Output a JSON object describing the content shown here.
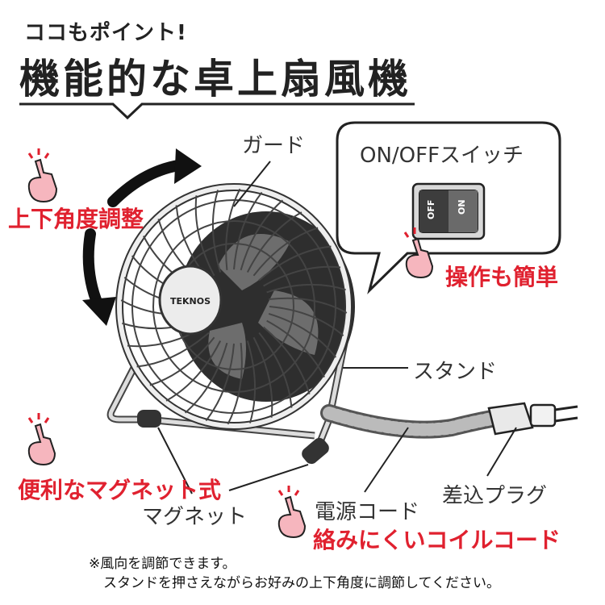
{
  "header": {
    "subtitle": "ココもポイント!",
    "title": "機能的な卓上扇風機"
  },
  "fan": {
    "brand": "TEKNOS"
  },
  "switch": {
    "title": "ON/OFFスイッチ",
    "off_label": "OFF",
    "on_label": "ON"
  },
  "labels": {
    "guard": "ガード",
    "stand": "スタンド",
    "magnet": "マグネット",
    "power_cord": "電源コード",
    "plug": "差込プラグ"
  },
  "features": {
    "angle": "上下角度調整",
    "easy": "操作も簡単",
    "magnet": "便利なマグネット式",
    "coil": "絡みにくいコイルコード"
  },
  "notes": {
    "line1": "※風向を調節できます。",
    "line2": "スタンドを押さえながらお好みの上下角度に調節してください。"
  },
  "colors": {
    "accent_red": "#e0212f",
    "dark": "#222222"
  }
}
